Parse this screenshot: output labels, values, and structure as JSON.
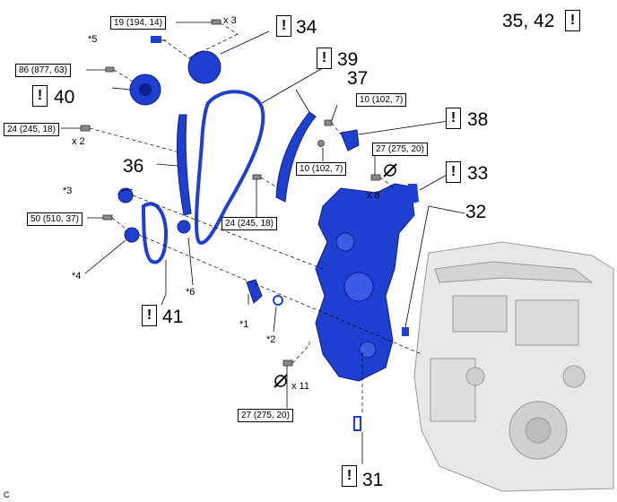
{
  "callouts": {
    "c31": "31",
    "c32": "32",
    "c33": "33",
    "c34": "34",
    "c35_42": "35, 42",
    "c36": "36",
    "c37": "37",
    "c38": "38",
    "c39": "39",
    "c40": "40",
    "c41": "41"
  },
  "warning_glyph": "!",
  "torques": {
    "t19": "19 (194, 14)",
    "t86": "86 (877, 63)",
    "t24a": "24 (245, 18)",
    "t10a": "10 (102, 7)",
    "t10b": "10 (102, 7)",
    "t27a": "27 (275, 20)",
    "t24b": "24 (245, 18)",
    "t50": "50 (510, 37)",
    "t27b": "27 (275, 20)"
  },
  "multipliers": {
    "m3": "x 3",
    "m2": "x 2",
    "m8": "x 8",
    "m11": "x 11"
  },
  "stars": {
    "s1": "*1",
    "s2": "*2",
    "s3": "*3",
    "s4": "*4",
    "s5": "*5",
    "s6": "*6"
  },
  "corner_label": "C",
  "colors": {
    "part": "#1f3fd1",
    "part_dark": "#0b1f8a",
    "engine": "#e6e6e6",
    "engine_line": "#9a9a9a"
  }
}
